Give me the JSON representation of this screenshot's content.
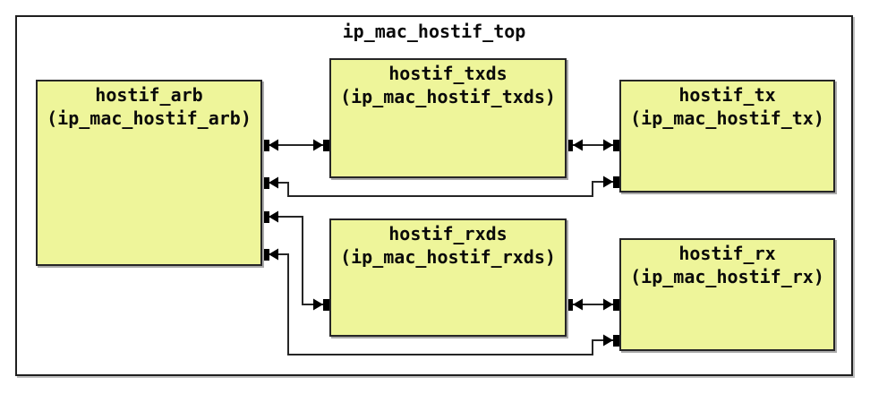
{
  "diagram": {
    "top_module": "ip_mac_hostif_top",
    "modules": [
      {
        "id": "hostif_arb",
        "name": "hostif_arb",
        "entity": "(ip_mac_hostif_arb)"
      },
      {
        "id": "hostif_txds",
        "name": "hostif_txds",
        "entity": "(ip_mac_hostif_txds)"
      },
      {
        "id": "hostif_tx",
        "name": "hostif_tx",
        "entity": "(ip_mac_hostif_tx)"
      },
      {
        "id": "hostif_rxds",
        "name": "hostif_rxds",
        "entity": "(ip_mac_hostif_rxds)"
      },
      {
        "id": "hostif_rx",
        "name": "hostif_rx",
        "entity": "(ip_mac_hostif_rx)"
      }
    ],
    "connections": [
      {
        "from": "hostif_arb",
        "to": "hostif_txds",
        "style": "bidirectional-arrow"
      },
      {
        "from": "hostif_txds",
        "to": "hostif_tx",
        "style": "bidirectional-arrow"
      },
      {
        "from": "hostif_arb",
        "to": "hostif_tx",
        "style": "bidirectional-arrow-routed"
      },
      {
        "from": "hostif_arb",
        "to": "hostif_rxds",
        "style": "bidirectional-arrow-routed"
      },
      {
        "from": "hostif_rxds",
        "to": "hostif_rx",
        "style": "bidirectional-arrow"
      },
      {
        "from": "hostif_arb",
        "to": "hostif_rx",
        "style": "bidirectional-arrow-routed"
      }
    ],
    "colors": {
      "module_fill": "#EEF59A",
      "border": "#262626",
      "wire": "#262626",
      "port": "#000000",
      "background": "#ffffff"
    }
  }
}
